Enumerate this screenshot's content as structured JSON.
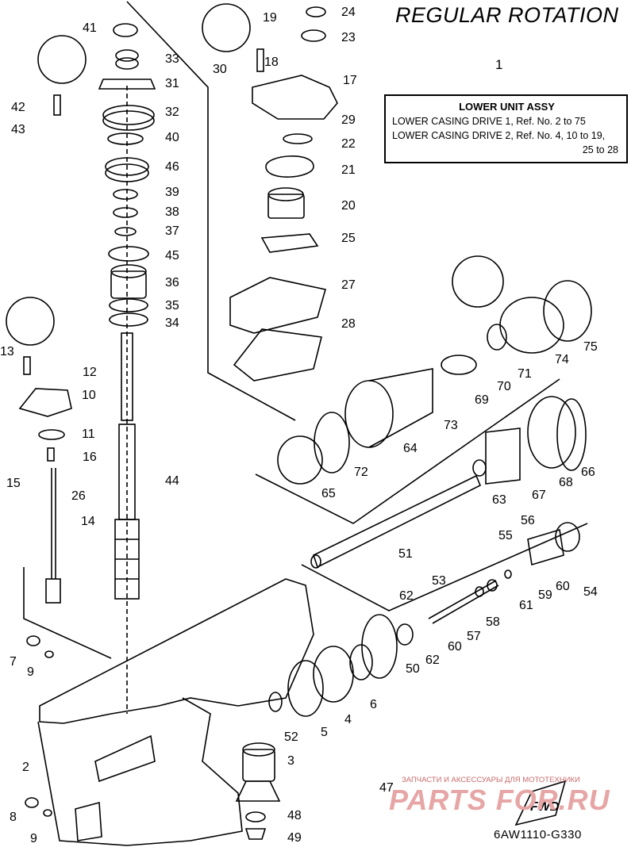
{
  "title": "REGULAR ROTATION",
  "assembly": {
    "ref": "1",
    "heading": "LOWER UNIT ASSY",
    "line1": "LOWER CASING DRIVE 1, Ref. No. 2 to 75",
    "line2": "LOWER CASING DRIVE 2, Ref. No. 4, 10 to 19,",
    "line3": "25 to 28"
  },
  "drawing_code": "6AW1110-G330",
  "watermark": {
    "caption": "ЗАПЧАСТИ И АКСЕССУАРЫ ДЛЯ МОТОТЕХНИКИ",
    "brand": "PARTS FOR.RU",
    "badge": "FWD"
  },
  "callouts": [
    "2",
    "3",
    "4",
    "5",
    "6",
    "7",
    "8",
    "9",
    "9",
    "10",
    "11",
    "12",
    "13",
    "14",
    "15",
    "16",
    "17",
    "18",
    "19",
    "20",
    "21",
    "22",
    "23",
    "24",
    "25",
    "26",
    "27",
    "28",
    "29",
    "30",
    "31",
    "32",
    "33",
    "34",
    "35",
    "36",
    "37",
    "38",
    "39",
    "40",
    "41",
    "42",
    "43",
    "44",
    "45",
    "46",
    "47",
    "48",
    "49",
    "50",
    "51",
    "52",
    "53",
    "54",
    "55",
    "56",
    "57",
    "58",
    "59",
    "60",
    "60",
    "61",
    "62",
    "62",
    "63",
    "64",
    "65",
    "66",
    "67",
    "68",
    "69",
    "70",
    "71",
    "72",
    "73",
    "74",
    "75"
  ]
}
